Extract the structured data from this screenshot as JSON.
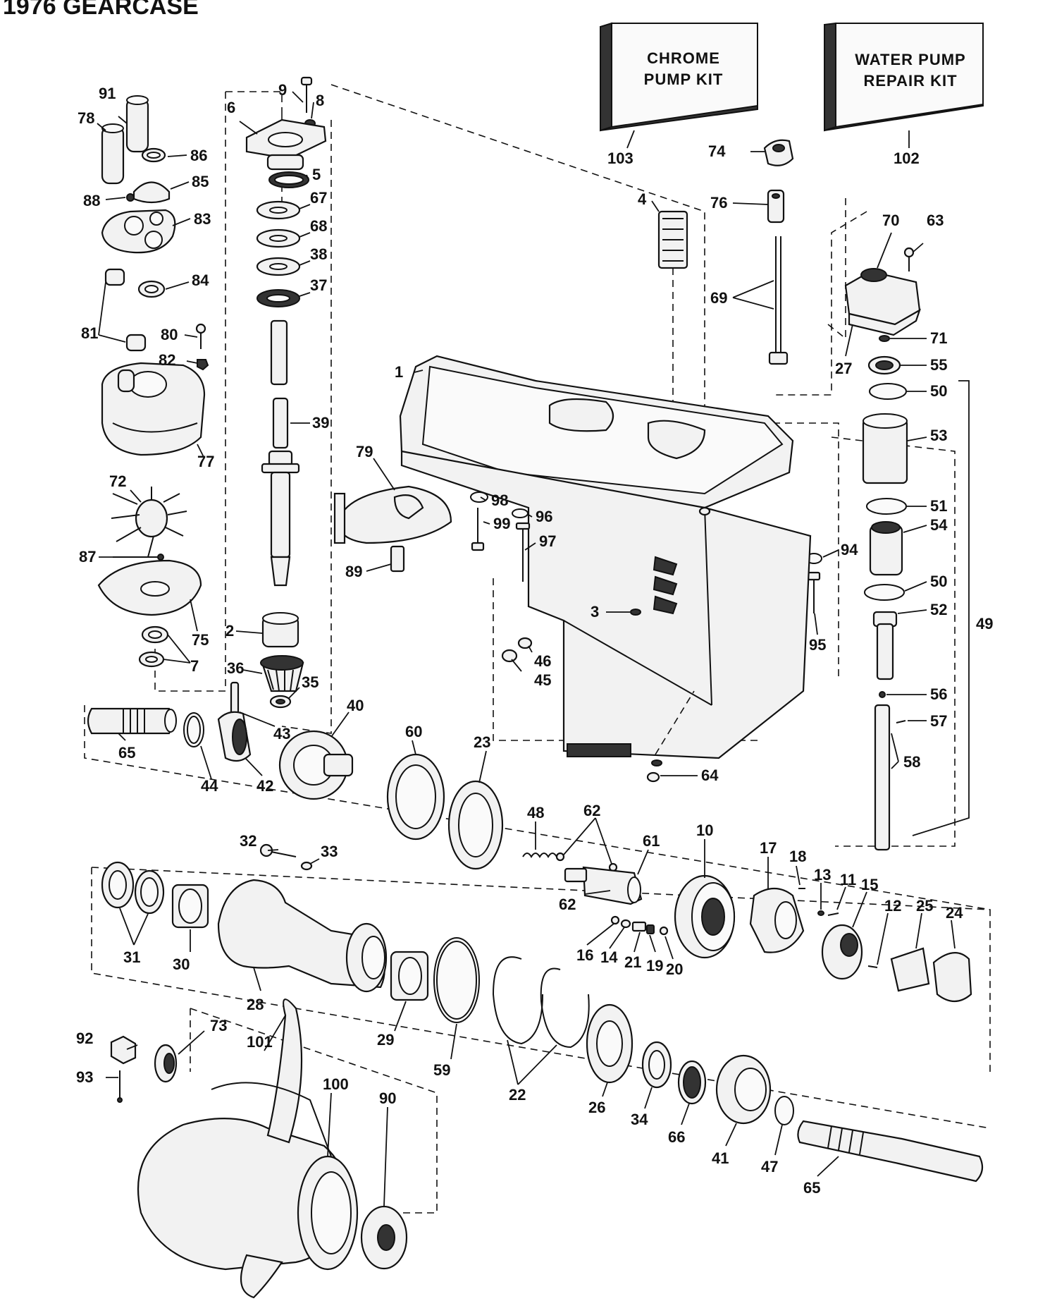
{
  "header": {
    "text": "1976 GEARCASE"
  },
  "kits": [
    {
      "id": "103",
      "line1": "CHROME",
      "line2": "PUMP KIT"
    },
    {
      "id": "102",
      "line1": "WATER PUMP",
      "line2": "REPAIR KIT"
    }
  ],
  "callouts": [
    "91",
    "78",
    "86",
    "85",
    "88",
    "83",
    "84",
    "81",
    "80",
    "82",
    "77",
    "72",
    "87",
    "75",
    "7",
    "9",
    "8",
    "6",
    "5",
    "67",
    "68",
    "38",
    "37",
    "39",
    "2",
    "36",
    "35",
    "43",
    "40",
    "42",
    "44",
    "65",
    "103",
    "102",
    "74",
    "76",
    "4",
    "69",
    "70",
    "63",
    "71",
    "27",
    "55",
    "50",
    "53",
    "51",
    "54",
    "94",
    "1",
    "79",
    "98",
    "99",
    "96",
    "97",
    "89",
    "3",
    "46",
    "45",
    "95",
    "52",
    "49",
    "56",
    "57",
    "58",
    "64",
    "60",
    "23",
    "48",
    "62",
    "61",
    "10",
    "17",
    "18",
    "13",
    "11",
    "15",
    "12",
    "25",
    "24",
    "32",
    "33",
    "31",
    "30",
    "28",
    "29",
    "16",
    "14",
    "21",
    "19",
    "20",
    "92",
    "73",
    "93",
    "101",
    "100",
    "90",
    "59",
    "22",
    "26",
    "34",
    "66",
    "41",
    "47"
  ]
}
